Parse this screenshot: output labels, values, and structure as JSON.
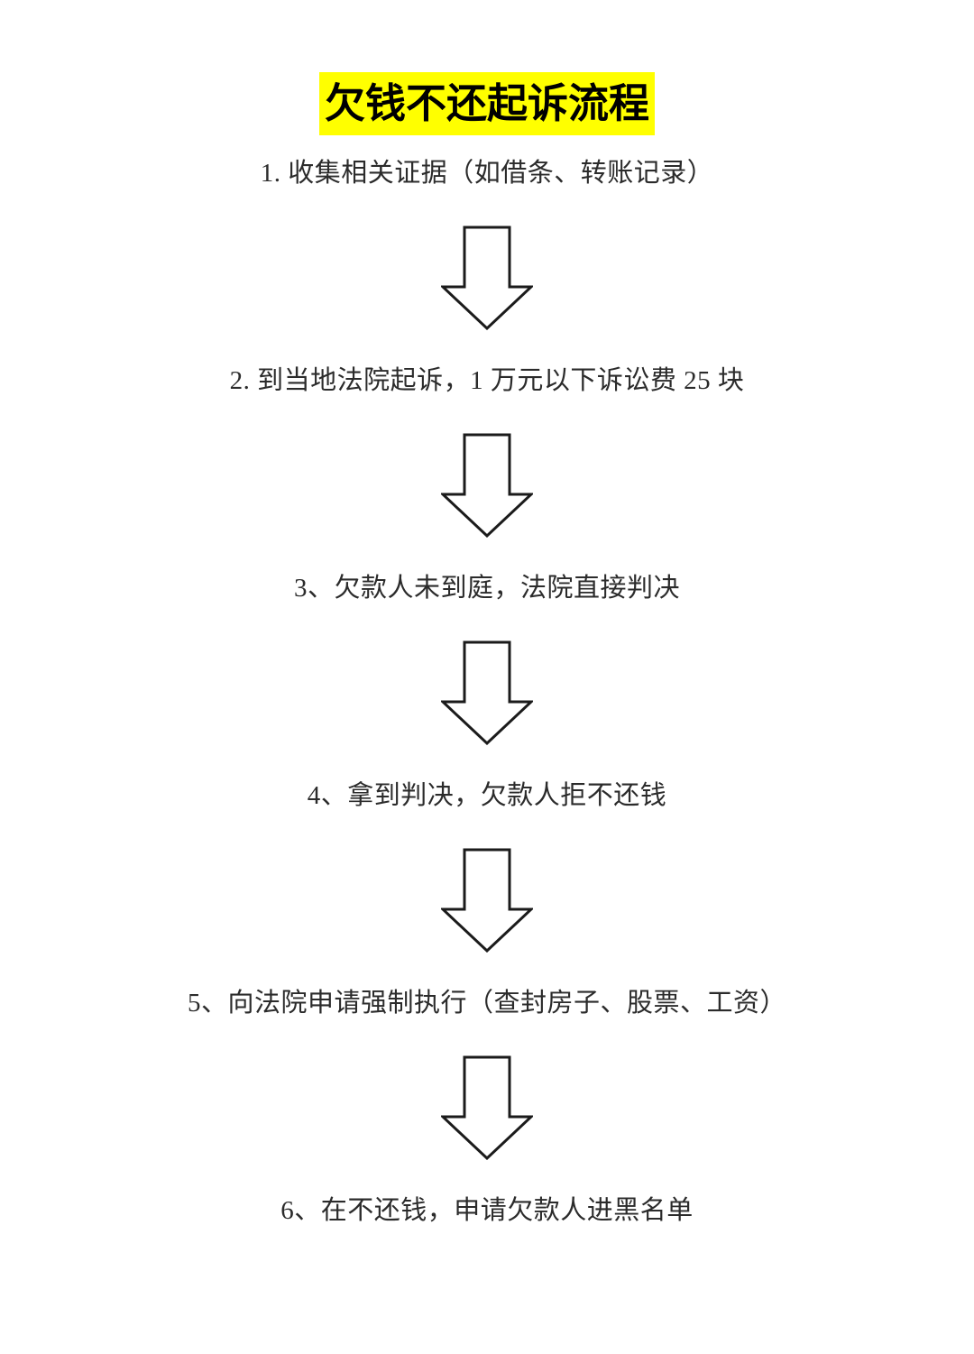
{
  "document": {
    "title": "欠钱不还起诉流程",
    "title_highlight_color": "#FFFF00",
    "title_text_color": "#000000",
    "background_color": "#FFFFFF",
    "body_text_color": "#2B2B2B",
    "arrow_stroke_color": "#1B1B1B",
    "arrow_fill_color": "#FFFFFF"
  },
  "flow": {
    "arrow_icon_name": "down-arrow-icon",
    "steps": [
      {
        "index": "1",
        "text": "1. 收集相关证据（如借条、转账记录）"
      },
      {
        "index": "2",
        "text": "2. 到当地法院起诉，1 万元以下诉讼费 25 块"
      },
      {
        "index": "3",
        "text": "3、欠款人未到庭，法院直接判决"
      },
      {
        "index": "4",
        "text": "4、拿到判决，欠款人拒不还钱"
      },
      {
        "index": "5",
        "text": "5、向法院申请强制执行（查封房子、股票、工资）"
      },
      {
        "index": "6",
        "text": "6、在不还钱，申请欠款人进黑名单"
      }
    ]
  }
}
